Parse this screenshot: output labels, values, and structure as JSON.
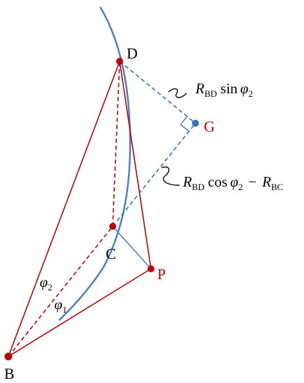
{
  "colors": {
    "curve": "#4a7fc1",
    "red": "#c00000",
    "dashed_blue": "#2e75b6",
    "point_g": "#2e75b6",
    "text": "#000000"
  },
  "points": {
    "B": "B",
    "C": "C",
    "D": "D",
    "G": "G",
    "P": "P"
  },
  "angles": {
    "phi2": {
      "symbol": "φ",
      "sub": "2"
    },
    "phi1": {
      "symbol": "φ",
      "sub": "1"
    }
  },
  "annotations": {
    "top": {
      "R": "R",
      "R_sub": "BD",
      "func": "sin",
      "phi": "φ",
      "phi_sub": "2"
    },
    "bottom": {
      "R": "R",
      "R_sub": "BD",
      "func": "cos",
      "phi": "φ",
      "phi_sub": "2",
      "minus": "−",
      "R2": "R",
      "R2_sub": "BC"
    }
  }
}
